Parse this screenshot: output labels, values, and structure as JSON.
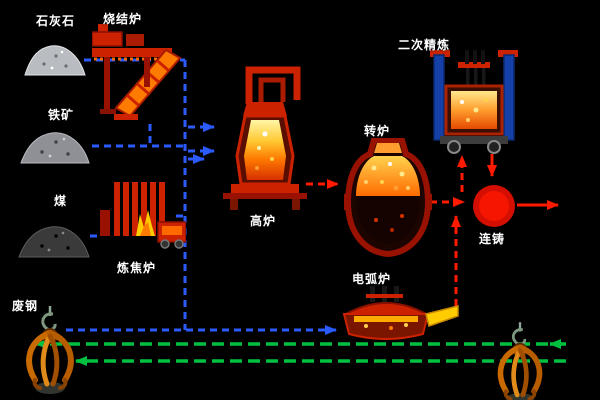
{
  "colors": {
    "background": "#000000",
    "label_text": "#ffffff",
    "material_flow_blue": "#2b5bff",
    "hot_metal_flow_red": "#ff1a00",
    "scrap_flow_green": "#00c13f",
    "furnace_red": "#cc2200",
    "fire_yellow": "#ffcc33",
    "fire_orange": "#ff7a00"
  },
  "labels": {
    "limestone": "石灰石",
    "sintering_furnace": "烧结炉",
    "iron_ore": "铁矿",
    "coal": "煤",
    "coking_oven": "炼焦炉",
    "blast_furnace": "高炉",
    "converter": "转炉",
    "secondary_refining": "二次精炼",
    "continuous_casting": "连铸",
    "electric_arc_furnace": "电弧炉",
    "scrap_steel": "废钢"
  },
  "flows": [
    {
      "from": "limestone",
      "to": "sintering_furnace",
      "type": "raw_material"
    },
    {
      "from": "sintering_furnace",
      "to": "blast_furnace",
      "type": "raw_material"
    },
    {
      "from": "iron_ore",
      "to": "blast_furnace",
      "type": "raw_material"
    },
    {
      "from": "coal",
      "to": "coking_oven",
      "type": "raw_material"
    },
    {
      "from": "coking_oven",
      "to": "blast_furnace",
      "type": "raw_material"
    },
    {
      "from": "scrap_steel",
      "to": "electric_arc_furnace",
      "type": "raw_material"
    },
    {
      "from": "blast_furnace",
      "to": "converter",
      "type": "hot_metal"
    },
    {
      "from": "converter",
      "to": "secondary_refining",
      "type": "hot_metal"
    },
    {
      "from": "electric_arc_furnace",
      "to": "secondary_refining",
      "type": "hot_metal"
    },
    {
      "from": "secondary_refining",
      "to": "continuous_casting",
      "type": "hot_metal"
    },
    {
      "from": "converter",
      "to": "continuous_casting",
      "type": "hot_metal"
    },
    {
      "from": "continuous_casting",
      "to": "exit_right",
      "type": "hot_metal"
    },
    {
      "from": "exit_right",
      "to": "scrap_steel",
      "type": "scrap_recycle"
    }
  ]
}
